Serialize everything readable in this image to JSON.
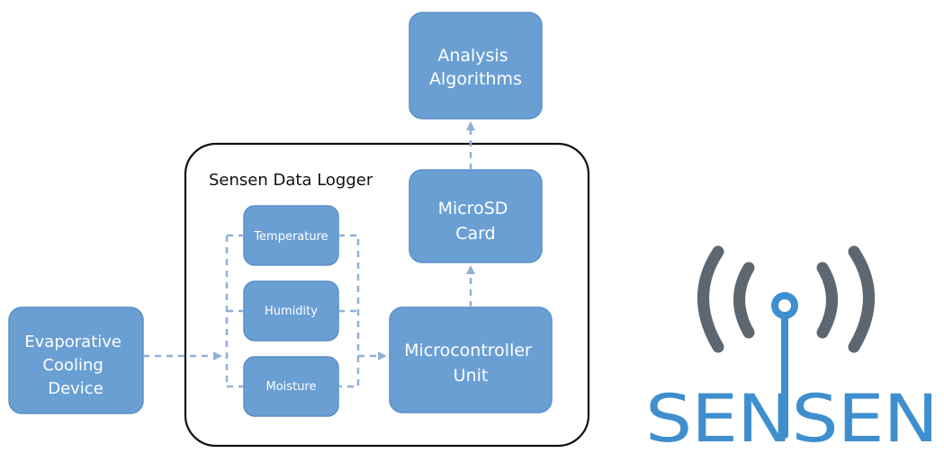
{
  "colors": {
    "node_fill": "#6a9fd4",
    "node_stroke": "#5b8fc4",
    "arrow": "#8fb0d8",
    "group_border": "#111111",
    "logo_arcs": "#5d6770",
    "logo_text": "#3f8fcf"
  },
  "group": {
    "title": "Sensen Data Logger"
  },
  "nodes": {
    "evaporative": {
      "lines": [
        "Evaporative",
        "Cooling",
        "Device"
      ]
    },
    "temperature": {
      "lines": [
        "Temperature"
      ]
    },
    "humidity": {
      "lines": [
        "Humidity"
      ]
    },
    "moisture": {
      "lines": [
        "Moisture"
      ]
    },
    "microcontroller": {
      "lines": [
        "Microcontroller",
        "Unit"
      ]
    },
    "microsd": {
      "lines": [
        "MicroSD",
        "Card"
      ]
    },
    "analysis": {
      "lines": [
        "Analysis",
        "Algorithms"
      ]
    }
  },
  "edges": [
    {
      "from": "evaporative",
      "to": "sensors"
    },
    {
      "from": "sensors",
      "to": "microcontroller"
    },
    {
      "from": "microcontroller",
      "to": "microsd"
    },
    {
      "from": "microsd",
      "to": "analysis"
    }
  ],
  "logo": {
    "text": "SENSEN",
    "icon": "wireless-signal-icon"
  }
}
